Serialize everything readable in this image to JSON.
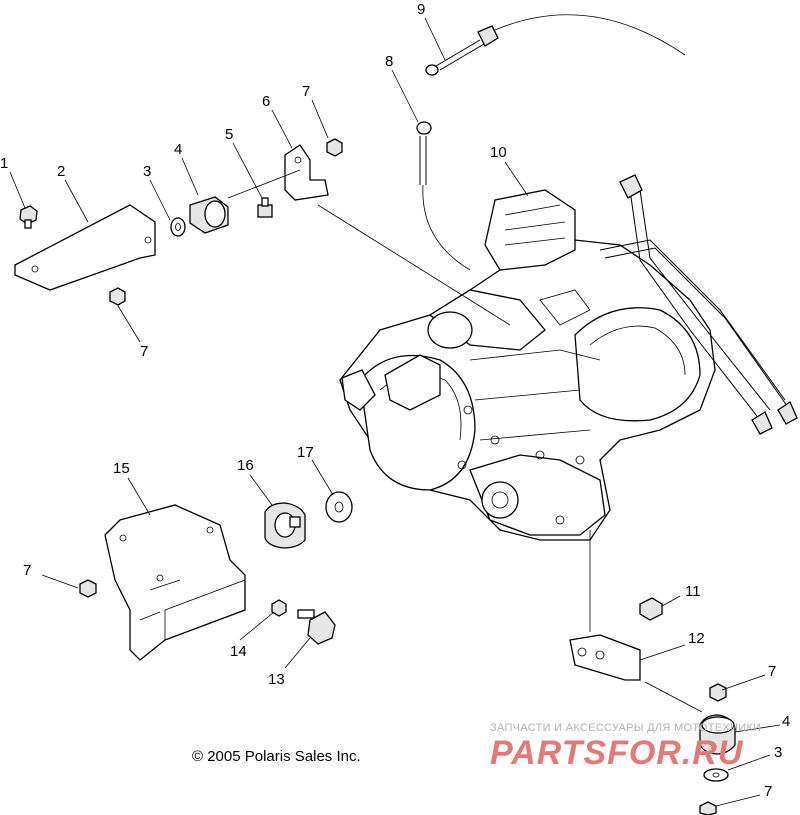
{
  "callouts": [
    "1",
    "2",
    "3",
    "4",
    "5",
    "6",
    "7",
    "7",
    "8",
    "9",
    "10",
    "15",
    "16",
    "17",
    "7",
    "11",
    "12",
    "7",
    "14",
    "13",
    "4",
    "3",
    "7"
  ],
  "copyright": "© 2005 Polaris Sales Inc.",
  "watermark": {
    "top_text": "ЗАПЧАСТИ И АКСЕССУАРЫ ДЛЯ МОТОТЕХНИКИ",
    "logo_text": "PARTSFOR.RU"
  }
}
